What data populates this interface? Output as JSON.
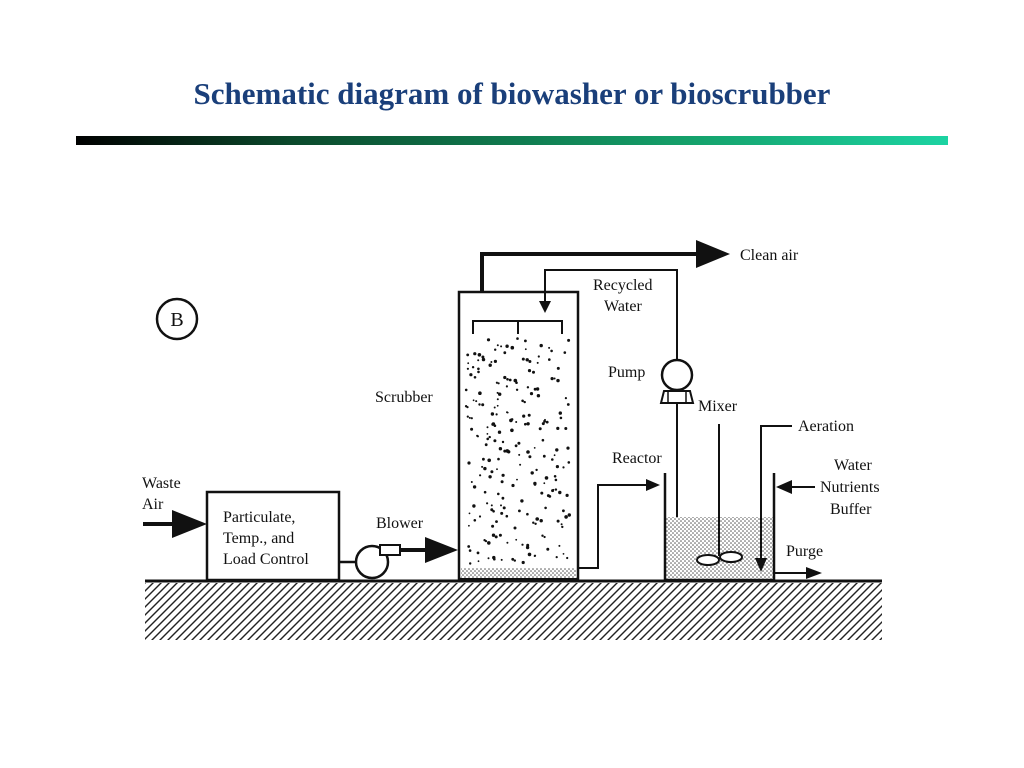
{
  "title": "Schematic diagram of biowasher or bioscrubber",
  "diagram": {
    "panel_label": "B",
    "labels": {
      "clean_air": "Clean air",
      "recycled_water": [
        "Recycled",
        "Water"
      ],
      "pump": "Pump",
      "scrubber": "Scrubber",
      "mixer": "Mixer",
      "aeration": "Aeration",
      "reactor": "Reactor",
      "water_nutrients_buffer": [
        "Water",
        "Nutrients",
        "Buffer"
      ],
      "waste_air": [
        "Waste",
        "Air"
      ],
      "control_box": [
        "Particulate,",
        "Temp., and",
        "Load Control"
      ],
      "blower": "Blower",
      "purge": "Purge"
    }
  }
}
